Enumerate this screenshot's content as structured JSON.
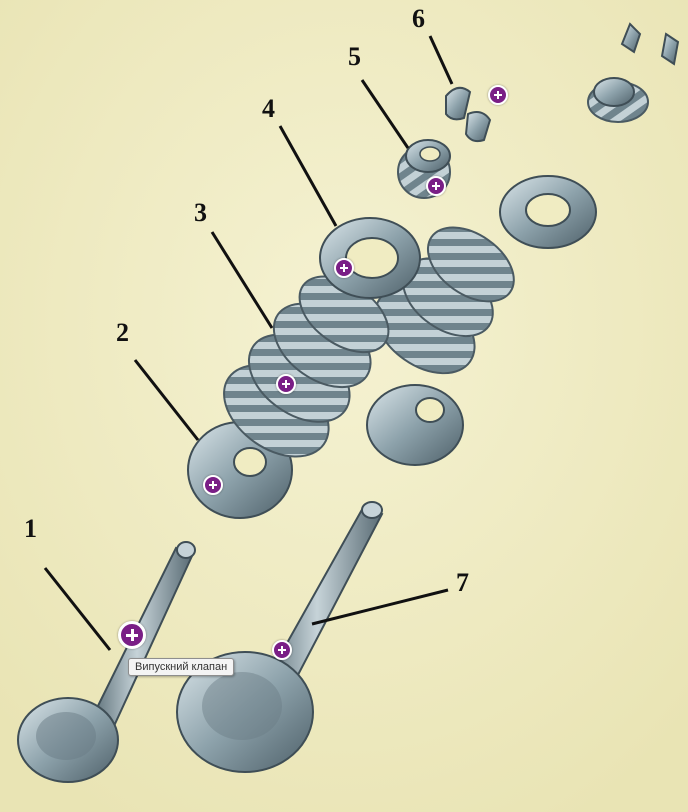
{
  "diagram": {
    "callouts": [
      {
        "id": "1",
        "label": "1"
      },
      {
        "id": "2",
        "label": "2"
      },
      {
        "id": "3",
        "label": "3"
      },
      {
        "id": "4",
        "label": "4"
      },
      {
        "id": "5",
        "label": "5"
      },
      {
        "id": "6",
        "label": "6"
      },
      {
        "id": "7",
        "label": "7"
      }
    ],
    "tooltip": "Випускний клапан",
    "hotspot_icon": "plus-circle-icon"
  },
  "colors": {
    "background": "#f2eec6",
    "hotspot": "#7a1e86",
    "metal": "#8fa4ad"
  }
}
